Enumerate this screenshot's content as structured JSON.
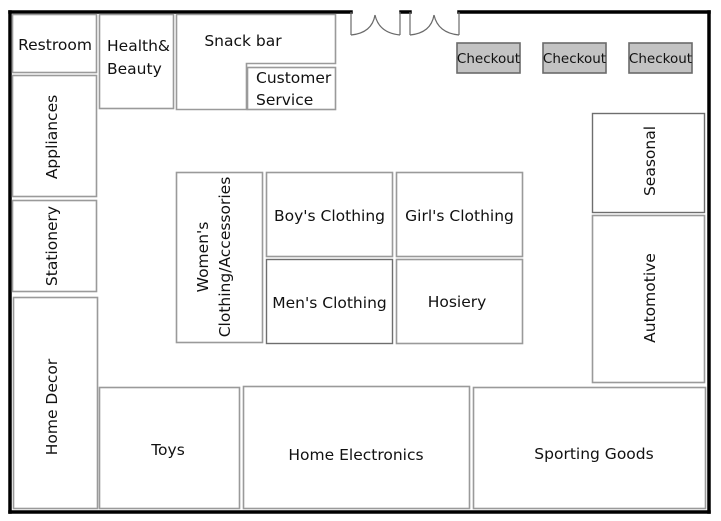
{
  "diagram": {
    "type": "store-floor-plan",
    "entrance": {
      "doors": [
        {
          "name": "entrance-door-left",
          "kind": "double-swing door"
        },
        {
          "name": "entrance-door-right",
          "kind": "double-swing door"
        }
      ]
    },
    "checkouts": [
      {
        "label": "Checkout"
      },
      {
        "label": "Checkout"
      },
      {
        "label": "Checkout"
      }
    ],
    "departments": {
      "restroom": {
        "lines": [
          "Restroom"
        ]
      },
      "health_beauty": {
        "lines": [
          "Health&",
          "Beauty"
        ]
      },
      "snack_bar": {
        "lines": [
          "Snack bar"
        ]
      },
      "customer_service": {
        "lines": [
          "Customer",
          "Service"
        ]
      },
      "appliances": {
        "lines": [
          "Appliances"
        ]
      },
      "stationery": {
        "lines": [
          "Stationery"
        ]
      },
      "home_decor": {
        "lines": [
          "Home Decor"
        ]
      },
      "womens_clothing": {
        "lines": [
          "Women's",
          "Clothing/Accessories"
        ]
      },
      "boys_clothing": {
        "lines": [
          "Boy's Clothing"
        ]
      },
      "girls_clothing": {
        "lines": [
          "Girl's Clothing"
        ]
      },
      "mens_clothing": {
        "lines": [
          "Men's Clothing"
        ]
      },
      "hosiery": {
        "lines": [
          "Hosiery"
        ]
      },
      "seasonal": {
        "lines": [
          "Seasonal"
        ]
      },
      "automotive": {
        "lines": [
          "Automotive"
        ]
      },
      "toys": {
        "lines": [
          "Toys"
        ]
      },
      "home_electronics": {
        "lines": [
          "Home Electronics"
        ]
      },
      "sporting_goods": {
        "lines": [
          "Sporting Goods"
        ]
      }
    },
    "colors": {
      "wall": "#000000",
      "department_border": "#9a9a9a",
      "checkout_fill": "#c3c3c3",
      "checkout_border": "#6a6a6a",
      "background": "#ffffff"
    }
  }
}
